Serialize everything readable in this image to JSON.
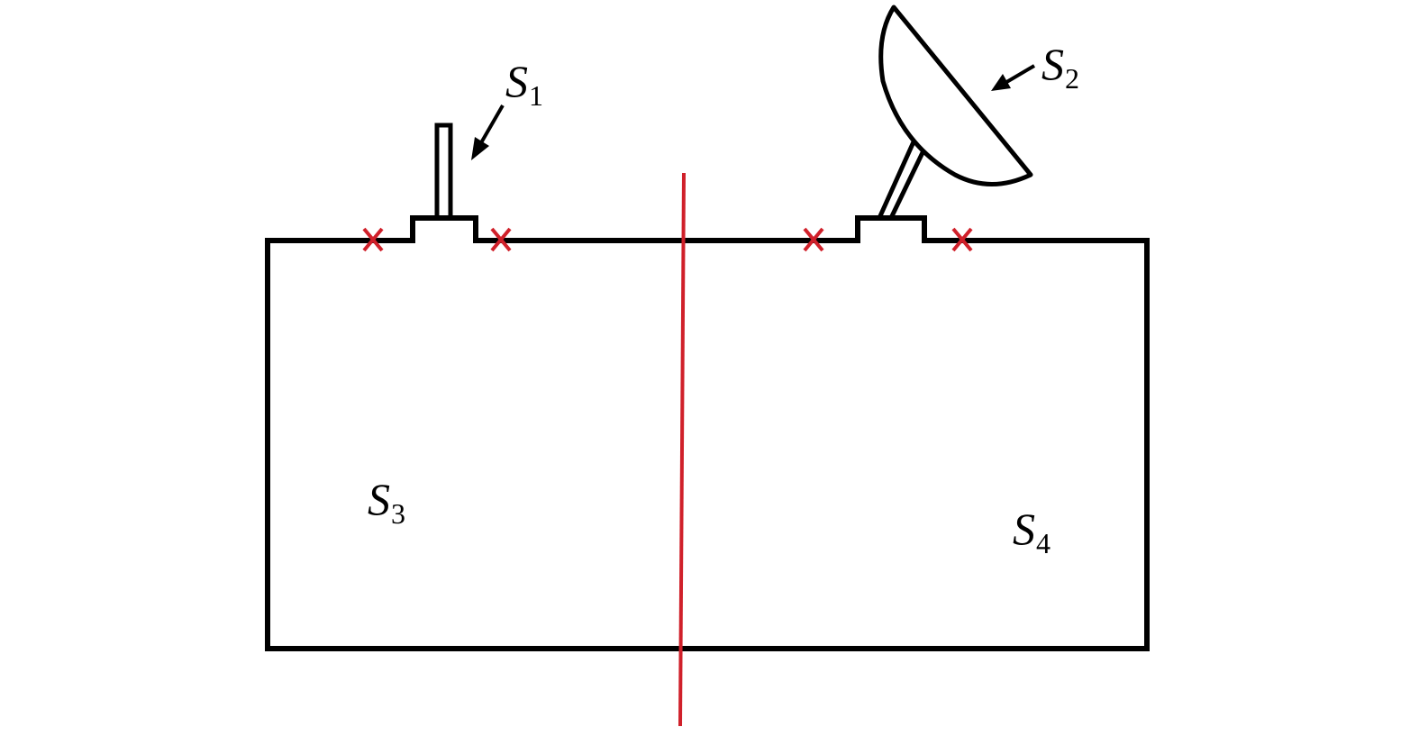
{
  "labels": {
    "s1": {
      "main": "S",
      "sub": "1"
    },
    "s2": {
      "main": "S",
      "sub": "2"
    },
    "s3": {
      "main": "S",
      "sub": "3"
    },
    "s4": {
      "main": "S",
      "sub": "4"
    }
  },
  "colors": {
    "outline": "#000000",
    "cut_line": "#d0202a",
    "cut_marks": "#d0202a",
    "background": "#ffffff"
  }
}
